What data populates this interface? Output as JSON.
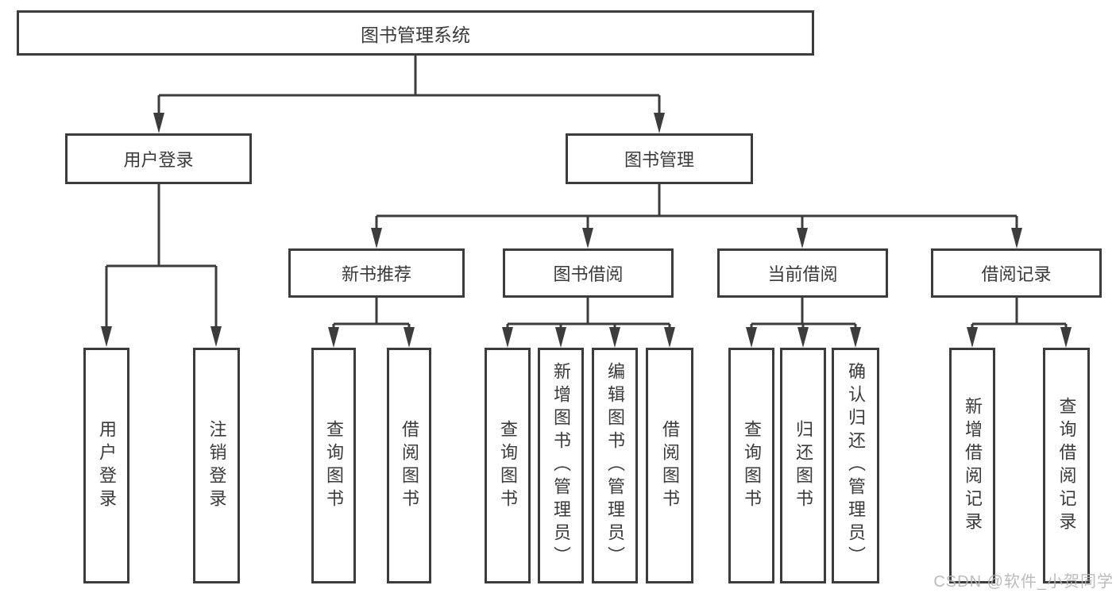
{
  "diagram": {
    "root": {
      "label": "图书管理系统"
    },
    "level2": [
      {
        "label": "用户登录"
      },
      {
        "label": "图书管理"
      }
    ],
    "level3": [
      {
        "label": "新书推荐"
      },
      {
        "label": "图书借阅"
      },
      {
        "label": "当前借阅"
      },
      {
        "label": "借阅记录"
      }
    ],
    "leaves": {
      "user_login": [
        {
          "label": "用户登录"
        },
        {
          "label": "注销登录"
        }
      ],
      "new_book": [
        {
          "label": "查询图书"
        },
        {
          "label": "借阅图书"
        }
      ],
      "book_borrow": [
        {
          "label": "查询图书"
        },
        {
          "label": "新增图书（管理员）"
        },
        {
          "label": "编辑图书（管理员）"
        },
        {
          "label": "借阅图书"
        }
      ],
      "current_borrow": [
        {
          "label": "查询图书"
        },
        {
          "label": "归还图书"
        },
        {
          "label": "确认归还（管理员）"
        }
      ],
      "borrow_record": [
        {
          "label": "新增借阅记录"
        },
        {
          "label": "查询借阅记录"
        }
      ]
    }
  },
  "watermark": {
    "text": "CSDN @软件_小贺同学"
  },
  "colors": {
    "line": "#3c3c3c",
    "text": "#3a3a3a",
    "background": "#ffffff",
    "watermark": "#b4b4b4"
  }
}
